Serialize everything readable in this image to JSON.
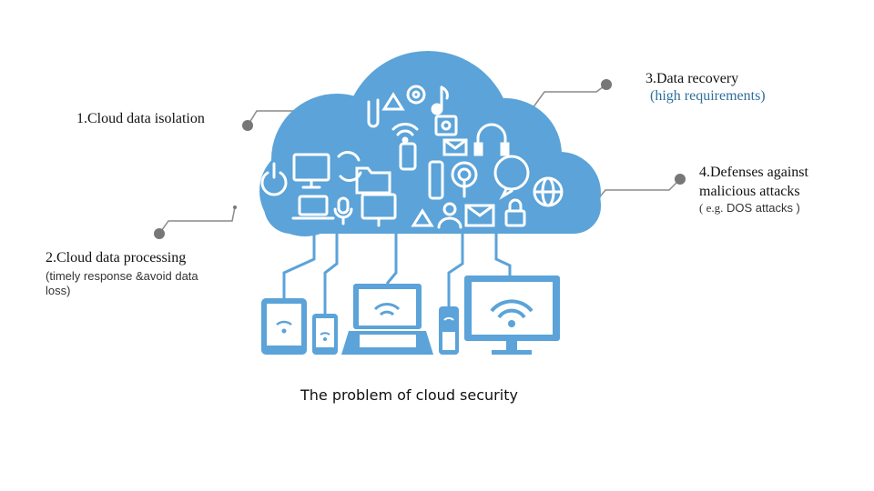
{
  "labels": {
    "isolation": "1.Cloud data isolation",
    "processing": "2.Cloud data processing",
    "processing_note": "(timely response &avoid data loss)",
    "recovery": "3.Data recovery",
    "recovery_note": "(high requirements)",
    "defense_line1": "4.Defenses against",
    "defense_line2": "malicious attacks",
    "defense_note_prefix": "( e.g.",
    "defense_note_rest": " DOS attacks )"
  },
  "caption": "The problem of cloud security",
  "colors": {
    "cloud": "#5ba3d8",
    "connector": "#8a8a8a",
    "text": "#111111",
    "accent_text": "#2e6f9a"
  },
  "icons": [
    "gear-icon",
    "recycle-icon",
    "music-note-icon",
    "paperclip-icon",
    "wifi-icon",
    "power-icon",
    "mail-icon",
    "headphones-icon",
    "folder-icon",
    "phone-icon",
    "globe-icon",
    "lock-icon",
    "user-icon",
    "microphone-icon",
    "laptop-icon",
    "monitor-icon",
    "tablet-icon",
    "smartphone-icon",
    "remote-icon",
    "speech-bubble-icon",
    "camera-icon"
  ]
}
